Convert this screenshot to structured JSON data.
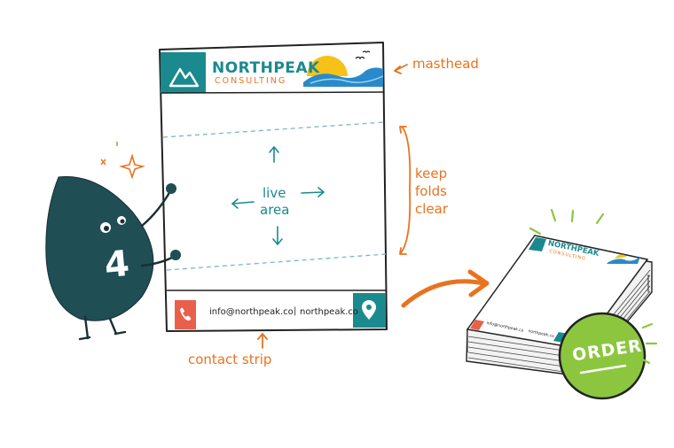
{
  "letterhead": {
    "brand_name": "NORTHPEAK",
    "brand_sub": "CONSULTING",
    "live_line1": "live",
    "live_line2": "area",
    "email": "info@northpeak.co",
    "separator": "|",
    "website": "northpeak.co"
  },
  "annotations": {
    "masthead": "masthead",
    "keep_line1": "keep",
    "keep_line2": "folds",
    "keep_line3": "clear",
    "contact_strip": "contact strip"
  },
  "mascot": {
    "number": "4"
  },
  "stack": {
    "brand_name": "NORTHPEAK",
    "brand_sub": "CONSULTING",
    "email": "info@northpeak.co",
    "website": "northpeak.co"
  },
  "order_button": {
    "label": "ORDER"
  },
  "colors": {
    "teal": "#1a8a8f",
    "orange": "#e8731f",
    "coral": "#e8604c",
    "mascot": "#1f4e54",
    "order_green": "#8cc63f",
    "sun": "#f6c21a",
    "wave": "#2a8ac9"
  }
}
